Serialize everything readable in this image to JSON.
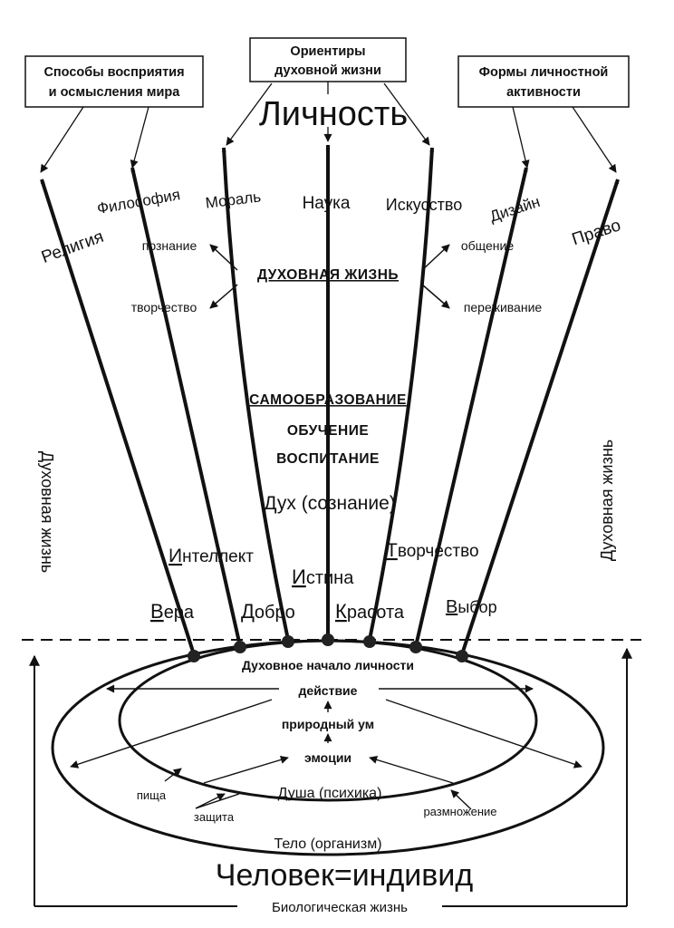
{
  "boxes": {
    "perception": [
      "Способы восприятия",
      "и осмысления мира"
    ],
    "orientations": [
      "Ориентиры",
      "духовной жизни"
    ],
    "activity": [
      "Формы личностной",
      "активности"
    ]
  },
  "title_top": "Личность",
  "spheres": {
    "religion": "Религия",
    "philosophy": "Философия",
    "morality": "Мораль",
    "science": "Наука",
    "art": "Искусство",
    "design": "Дизайн",
    "law": "Право"
  },
  "spiritual_life_center": "ДУХОВНАЯ ЖИЗНЬ",
  "spiritual_aspects": {
    "cognition": "познание",
    "creativity": "творчество",
    "communication": "общение",
    "experience": "переживание"
  },
  "education": {
    "self_education": "САМООБРАЗОВАНИЕ",
    "learning": "ОБУЧЕНИЕ",
    "upbringing": "ВОСПИТАНИЕ"
  },
  "spirit": "Дух (сознание)",
  "values": {
    "intellect": {
      "initial": "И",
      "rest": "нтеллект"
    },
    "creation": {
      "initial": "Т",
      "rest": "ворчество"
    },
    "truth": {
      "initial": "И",
      "rest": "стина"
    },
    "faith": {
      "initial": "В",
      "rest": "ера"
    },
    "good": {
      "initial": "Д",
      "rest": "обро"
    },
    "beauty": {
      "initial": "К",
      "rest": "расота"
    },
    "choice": {
      "initial": "В",
      "rest": "ыбор"
    }
  },
  "side_labels": {
    "left": "Духовная жизнь",
    "right": "Духовная жизнь"
  },
  "inner": {
    "spiritual_origin": "Духовное начало личности",
    "action": "действие",
    "natural_mind": "природный ум",
    "emotions": "эмоции",
    "soul": "Душа (психика)",
    "food": "пища",
    "protection": "защита",
    "reproduction": "размножение",
    "body": "Тело (организм)"
  },
  "title_bottom": "Человек=индивид",
  "biological_life": "Биологическая жизнь"
}
